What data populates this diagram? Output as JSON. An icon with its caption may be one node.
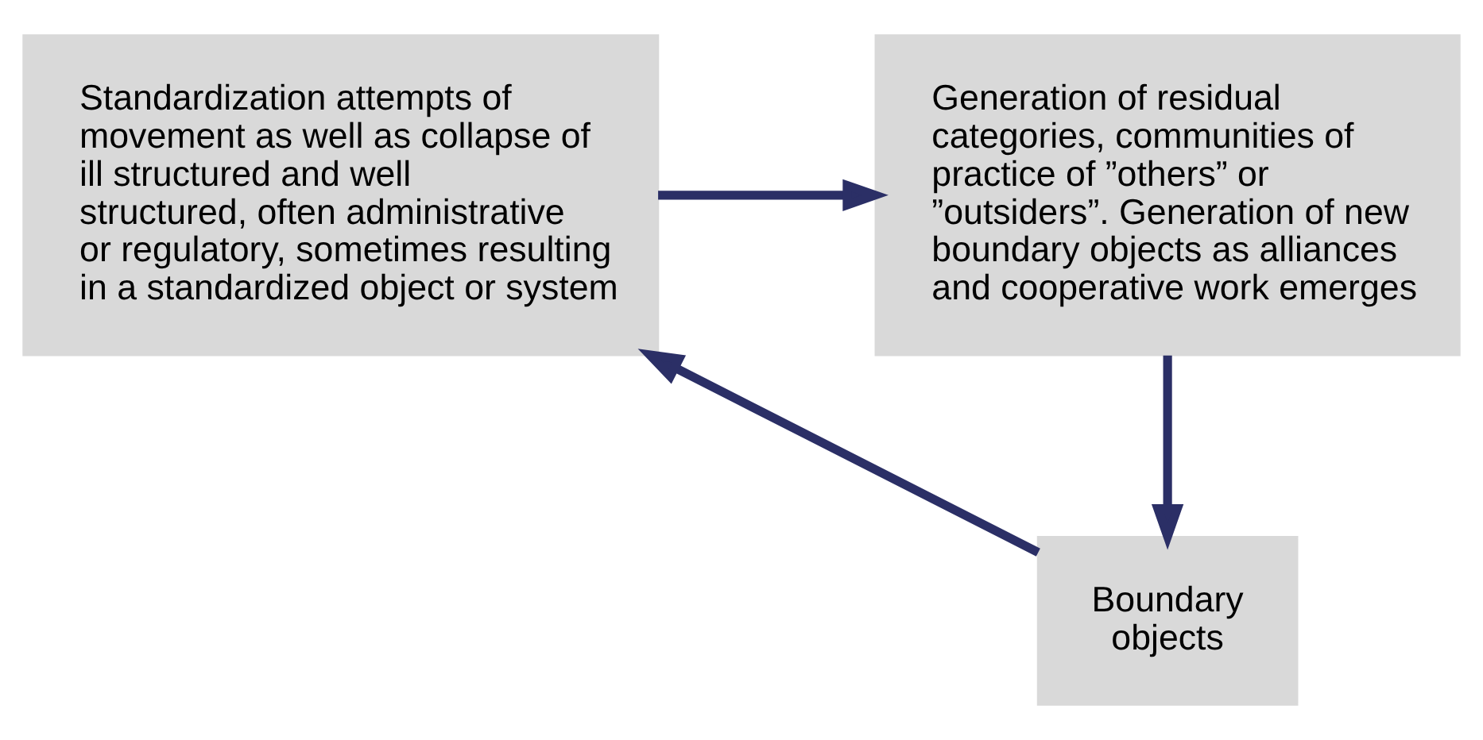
{
  "diagram": {
    "nodes": [
      {
        "text": [
          "Standardization attempts of movement as well as collapse of ill structured and well structured, often administrative or regulatory, sometimes resulting in a standardized object or system"
        ]
      },
      {
        "text": [
          "Generation of residual categories, communities of practice of ”others” or ”outsiders”. Generation of new boundary objects as alliances and cooperative work emerges"
        ]
      },
      {
        "text": [
          "Boundary objects"
        ]
      }
    ],
    "edges": [
      {
        "from": 0,
        "to": 1,
        "arrow": "to"
      },
      {
        "from": 1,
        "to": 2,
        "arrow": "to"
      },
      {
        "from": 2,
        "to": 0,
        "arrow": "to"
      }
    ]
  }
}
